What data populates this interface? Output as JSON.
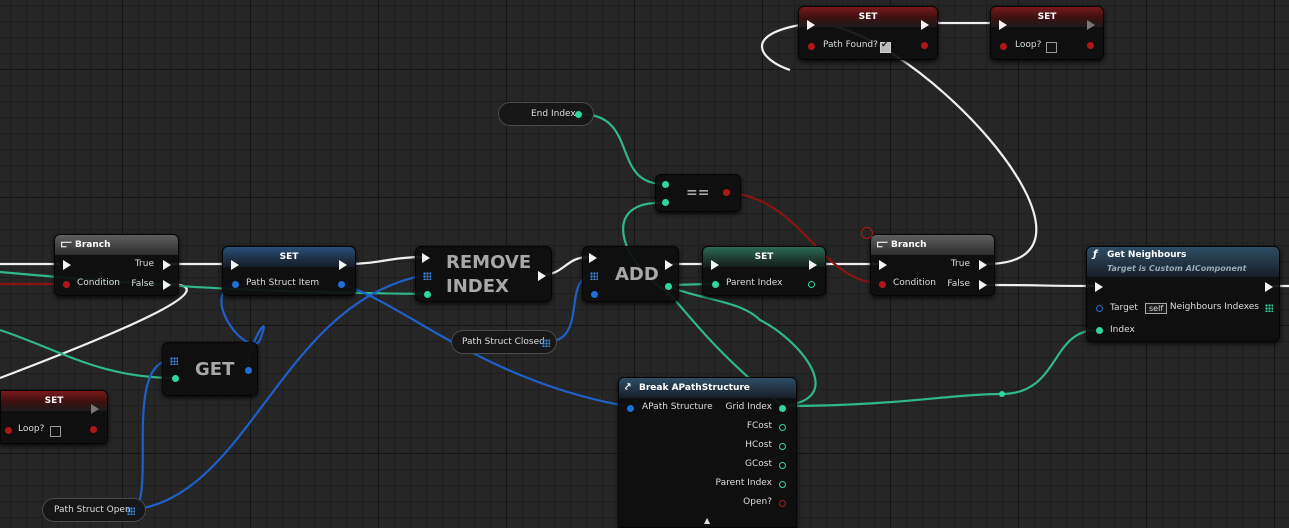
{
  "set_path_found": {
    "title": "SET",
    "pin": "Path Found?",
    "checked": true
  },
  "set_loop_top": {
    "title": "SET",
    "pin": "Loop?",
    "checked": false
  },
  "end_index": {
    "label": "End Index"
  },
  "equal_node": {
    "op": "=="
  },
  "branch_left": {
    "title": "Branch",
    "condition": "Condition",
    "true_label": "True",
    "false_label": "False"
  },
  "set_path_struct_item": {
    "title": "SET",
    "pin": "Path Struct Item"
  },
  "remove_index": {
    "line1": "REMOVE",
    "line2": "INDEX"
  },
  "add_node": {
    "label": "ADD"
  },
  "set_parent_index": {
    "title": "SET",
    "pin": "Parent Index"
  },
  "branch_right": {
    "title": "Branch",
    "condition": "Condition",
    "true_label": "True",
    "false_label": "False"
  },
  "get_neighbours": {
    "title": "Get Neighbours",
    "subtitle": "Target is Custom AIComponent",
    "target": "Target",
    "self": "self",
    "index": "Index",
    "output": "Neighbours Indexes"
  },
  "path_struct_closed": {
    "label": "Path Struct Closed"
  },
  "get_node": {
    "label": "GET"
  },
  "set_loop_bottom": {
    "title": "SET",
    "pin": "Loop?",
    "checked": false
  },
  "break_struct": {
    "title": "Break APathStructure",
    "input": "APath Structure",
    "outputs": [
      "Grid Index",
      "FCost",
      "HCost",
      "GCost",
      "Parent Index",
      "Open?"
    ]
  },
  "path_struct_open": {
    "label": "Path Struct Open"
  },
  "colors": {
    "exec": "#f2f2f2",
    "bool": "#b01818",
    "int": "#2fd6a0",
    "struct": "#1f6fd8"
  }
}
